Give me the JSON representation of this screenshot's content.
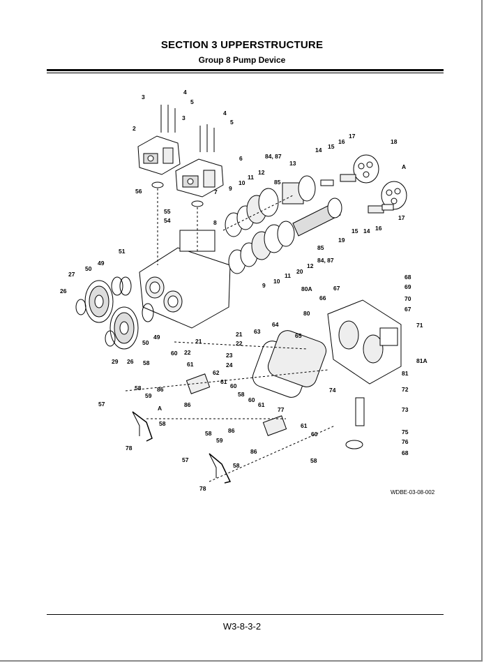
{
  "header": {
    "section_title": "SECTION 3 UPPERSTRUCTURE",
    "group_title": "Group 8 Pump Device"
  },
  "diagram": {
    "drawing_id": "WDBE-03-08-002",
    "callouts": [
      "3",
      "4",
      "5",
      "2",
      "3",
      "4",
      "5",
      "6",
      "56",
      "7",
      "55",
      "54",
      "8",
      "9",
      "10",
      "11",
      "12",
      "84, 87",
      "85",
      "13",
      "14",
      "15",
      "16",
      "17",
      "18",
      "A",
      "15",
      "14",
      "16",
      "17",
      "19",
      "85",
      "84, 87",
      "12",
      "20",
      "11",
      "10",
      "9",
      "51",
      "49",
      "50",
      "27",
      "26",
      "50",
      "49",
      "29",
      "26",
      "21",
      "22",
      "21",
      "22",
      "23",
      "24",
      "63",
      "64",
      "65",
      "80A",
      "80",
      "67",
      "66",
      "68",
      "69",
      "70",
      "67",
      "71",
      "81A",
      "81",
      "72",
      "73",
      "74",
      "75",
      "76",
      "68",
      "60",
      "61",
      "58",
      "62",
      "86",
      "58",
      "59",
      "57",
      "A",
      "58",
      "61",
      "60",
      "86",
      "58",
      "60",
      "61",
      "86",
      "77",
      "78",
      "58",
      "59",
      "57",
      "58",
      "61",
      "60",
      "86",
      "58",
      "78"
    ]
  },
  "footer": {
    "page_number": "W3-8-3-2"
  }
}
